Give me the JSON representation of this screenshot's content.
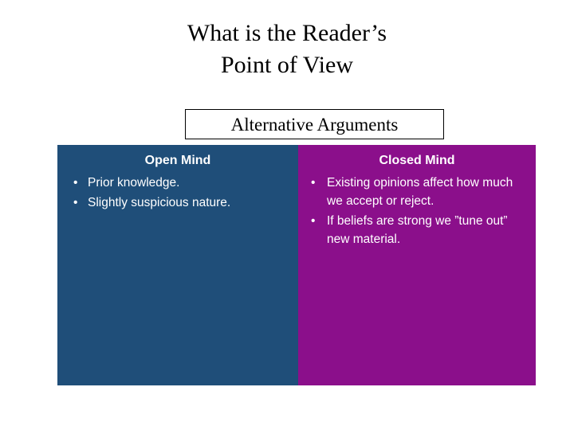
{
  "slide": {
    "title_lines": [
      "What is the Reader’s",
      "Point of View"
    ],
    "subtitle": "Alternative Arguments",
    "columns": [
      {
        "heading": "Open Mind",
        "background_color": "#1f4e79",
        "bullets": [
          "Prior knowledge.",
          "Slightly suspicious nature."
        ]
      },
      {
        "heading": "Closed Mind",
        "background_color": "#8b0f8b",
        "bullets": [
          "Existing opinions affect how much we accept or reject.",
          "If beliefs are strong we ”tune out” new material."
        ]
      }
    ]
  }
}
